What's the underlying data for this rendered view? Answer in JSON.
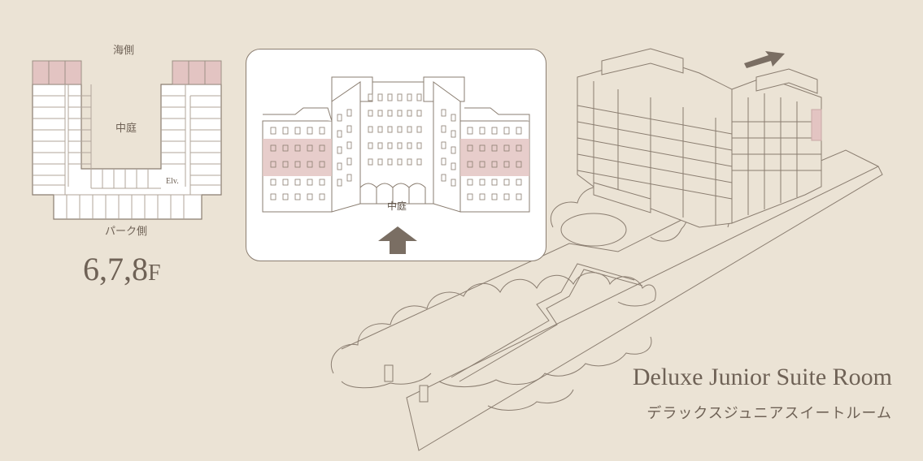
{
  "floor_plan": {
    "label_sea_side": "海側",
    "label_courtyard": "中庭",
    "label_park_side": "パーク側",
    "label_elevator": "Elv.",
    "floors_label": "6,7,8",
    "floors_suffix": "F"
  },
  "inset_view": {
    "label_courtyard": "中庭"
  },
  "room": {
    "name_en": "Deluxe Junior Suite Room",
    "name_ja": "デラックスジュニアスイートルーム"
  },
  "colors": {
    "background": "#ebe3d5",
    "line": "#8a7d70",
    "highlight": "#e3c4c2",
    "arrow": "#7a6e63",
    "text": "#6f6256"
  }
}
